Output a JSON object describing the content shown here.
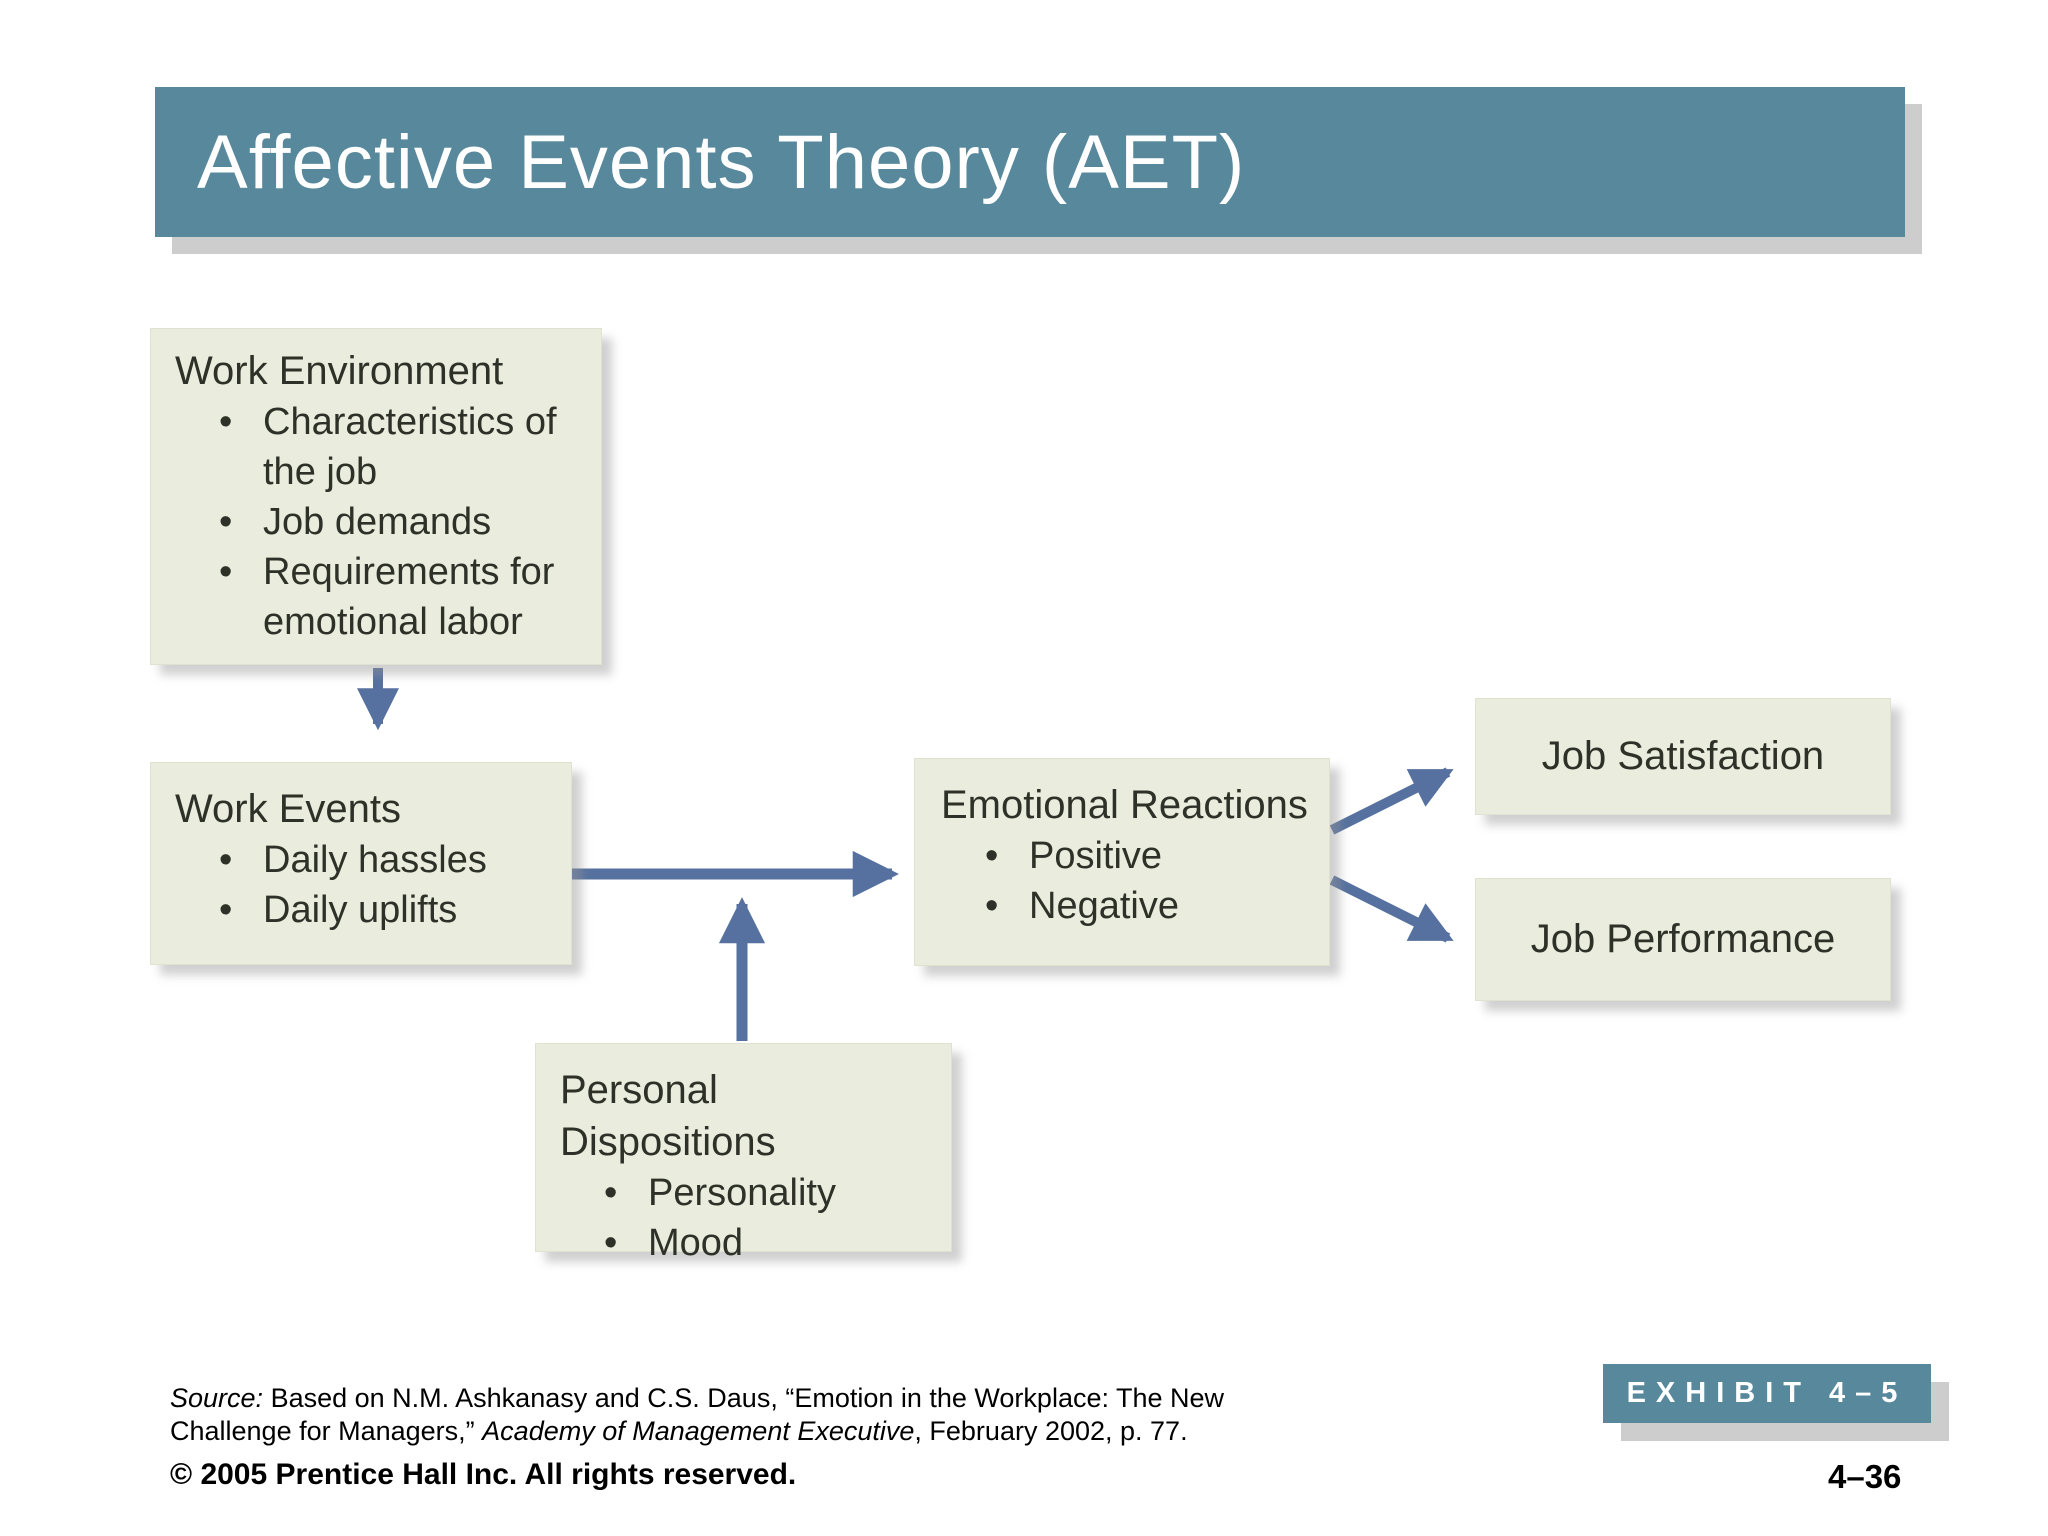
{
  "slide": {
    "title": "Affective Events Theory (AET)",
    "page_number": "4–36"
  },
  "colors": {
    "header_bg": "#58889c",
    "box_bg": "#eaecdd",
    "arrow": "#56719f",
    "shadow_gray": "#cdcdcd"
  },
  "diagram": {
    "work_environment": {
      "title": "Work Environment",
      "bullets": [
        "Characteristics of the job",
        "Job demands",
        "Requirements for emotional labor"
      ]
    },
    "work_events": {
      "title": "Work Events",
      "bullets": [
        "Daily hassles",
        "Daily uplifts"
      ]
    },
    "personal_dispositions": {
      "title": "Personal Dispositions",
      "bullets": [
        "Personality",
        "Mood"
      ]
    },
    "emotional_reactions": {
      "title": "Emotional Reactions",
      "bullets": [
        "Positive",
        "Negative"
      ]
    },
    "job_satisfaction": {
      "title": "Job Satisfaction"
    },
    "job_performance": {
      "title": "Job Performance"
    },
    "arrows": [
      "work-environment-to-work-events",
      "work-events-to-emotional-reactions",
      "personal-dispositions-to-arrow-junction",
      "emotional-reactions-to-job-satisfaction",
      "emotional-reactions-to-job-performance"
    ]
  },
  "footer": {
    "source_label": "Source:",
    "source_text_1": " Based on N.M. Ashkanasy and C.S. Daus, “Emotion in the Workplace: The New Challenge for Managers,” ",
    "source_journal": "Academy of Management Executive",
    "source_text_2": ", February 2002, p. 77.",
    "copyright": "© 2005 Prentice Hall Inc. All rights reserved.",
    "exhibit_label": "EXHIBIT 4–5"
  }
}
